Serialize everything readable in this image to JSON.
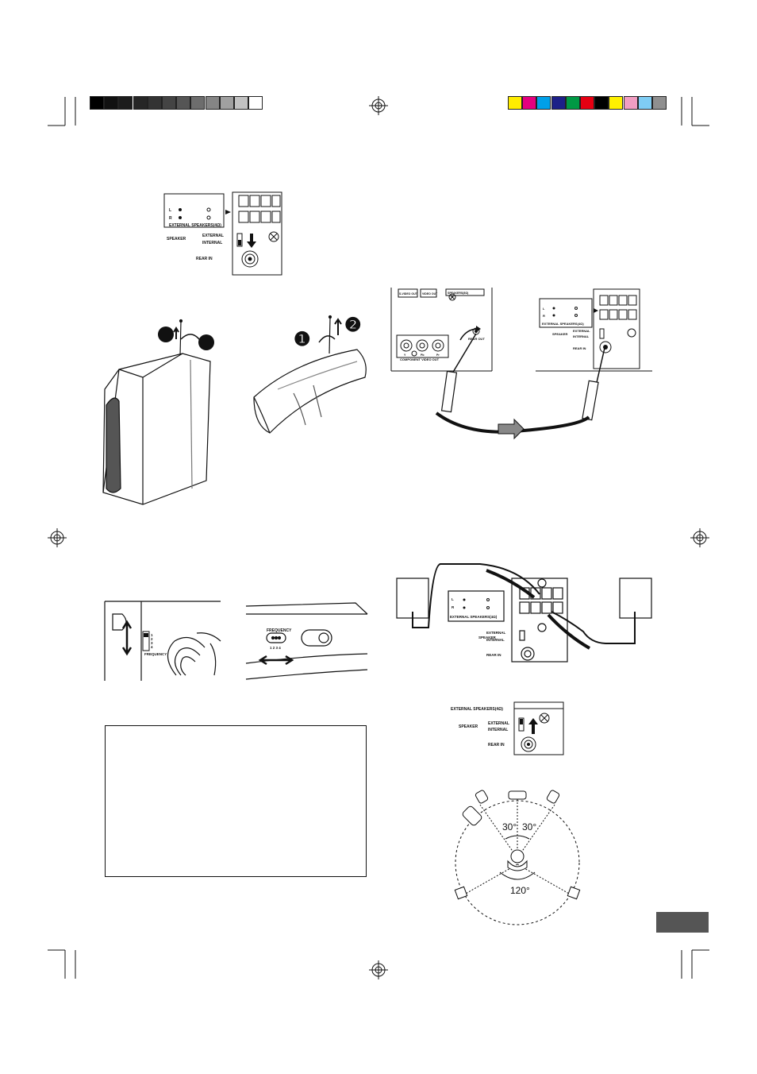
{
  "print_marks": {
    "gray_bar": [
      "#000000",
      "#111111",
      "#1c1c1c",
      "#262626",
      "#333333",
      "#444444",
      "#555555",
      "#6d6d6d",
      "#858585",
      "#a0a0a0",
      "#c2c2c2",
      "#ffffff"
    ],
    "color_bar": [
      "#ffec00",
      "#e4007f",
      "#00a0e9",
      "#1d2088",
      "#009944",
      "#e60012",
      "#000000",
      "#fff100",
      "#f19ec2",
      "#7fcdf4",
      "#8f8f8f"
    ]
  },
  "speaker_panel": {
    "external_speakers_label": "EXTERNAL SPEAKERS(4Ω)",
    "channel_left": "L",
    "channel_right": "R",
    "speaker_label": "SPEAKER",
    "external_label": "EXTERNAL",
    "internal_label": "INTERNAL",
    "rear_in_label": "REAR IN"
  },
  "tv_panel": {
    "s_video_out": "S-VIDEO OUT",
    "video_out": "VIDEO OUT",
    "speakers_label": "SPEAKERS(8Ω)",
    "rear_out": "REAR OUT",
    "component_video_out": "COMPONENT VIDEO OUT",
    "jack_y": "Y",
    "jack_pb": "Pb",
    "jack_pr": "Pr"
  },
  "frequency": {
    "label": "FREQUENCY",
    "positions_vertical": [
      "1",
      "2",
      "3",
      "4"
    ],
    "positions_horizontal": "1 2 3 4"
  },
  "steps": {
    "step1": "❶",
    "step2": "❷"
  },
  "layout_diagram": {
    "angle_left": "30°",
    "angle_right": "30°",
    "angle_rear": "120°"
  }
}
